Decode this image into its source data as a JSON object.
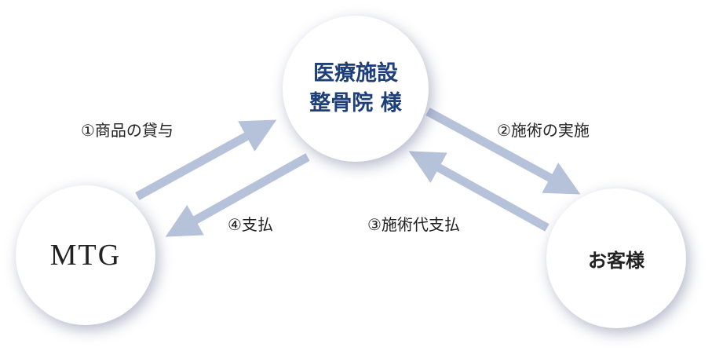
{
  "nodes": {
    "clinic": {
      "line1": "医療施設",
      "line2": "整骨院 様"
    },
    "mtg": "MTG",
    "customer": "お客様"
  },
  "flows": [
    {
      "label": "①商品の貸与"
    },
    {
      "label": "②施術の実施"
    },
    {
      "label": "③施術代支払"
    },
    {
      "label": "④支払"
    }
  ],
  "colors": {
    "arrow": "#b6c2d9",
    "clinic_text": "#1d3f7a"
  }
}
